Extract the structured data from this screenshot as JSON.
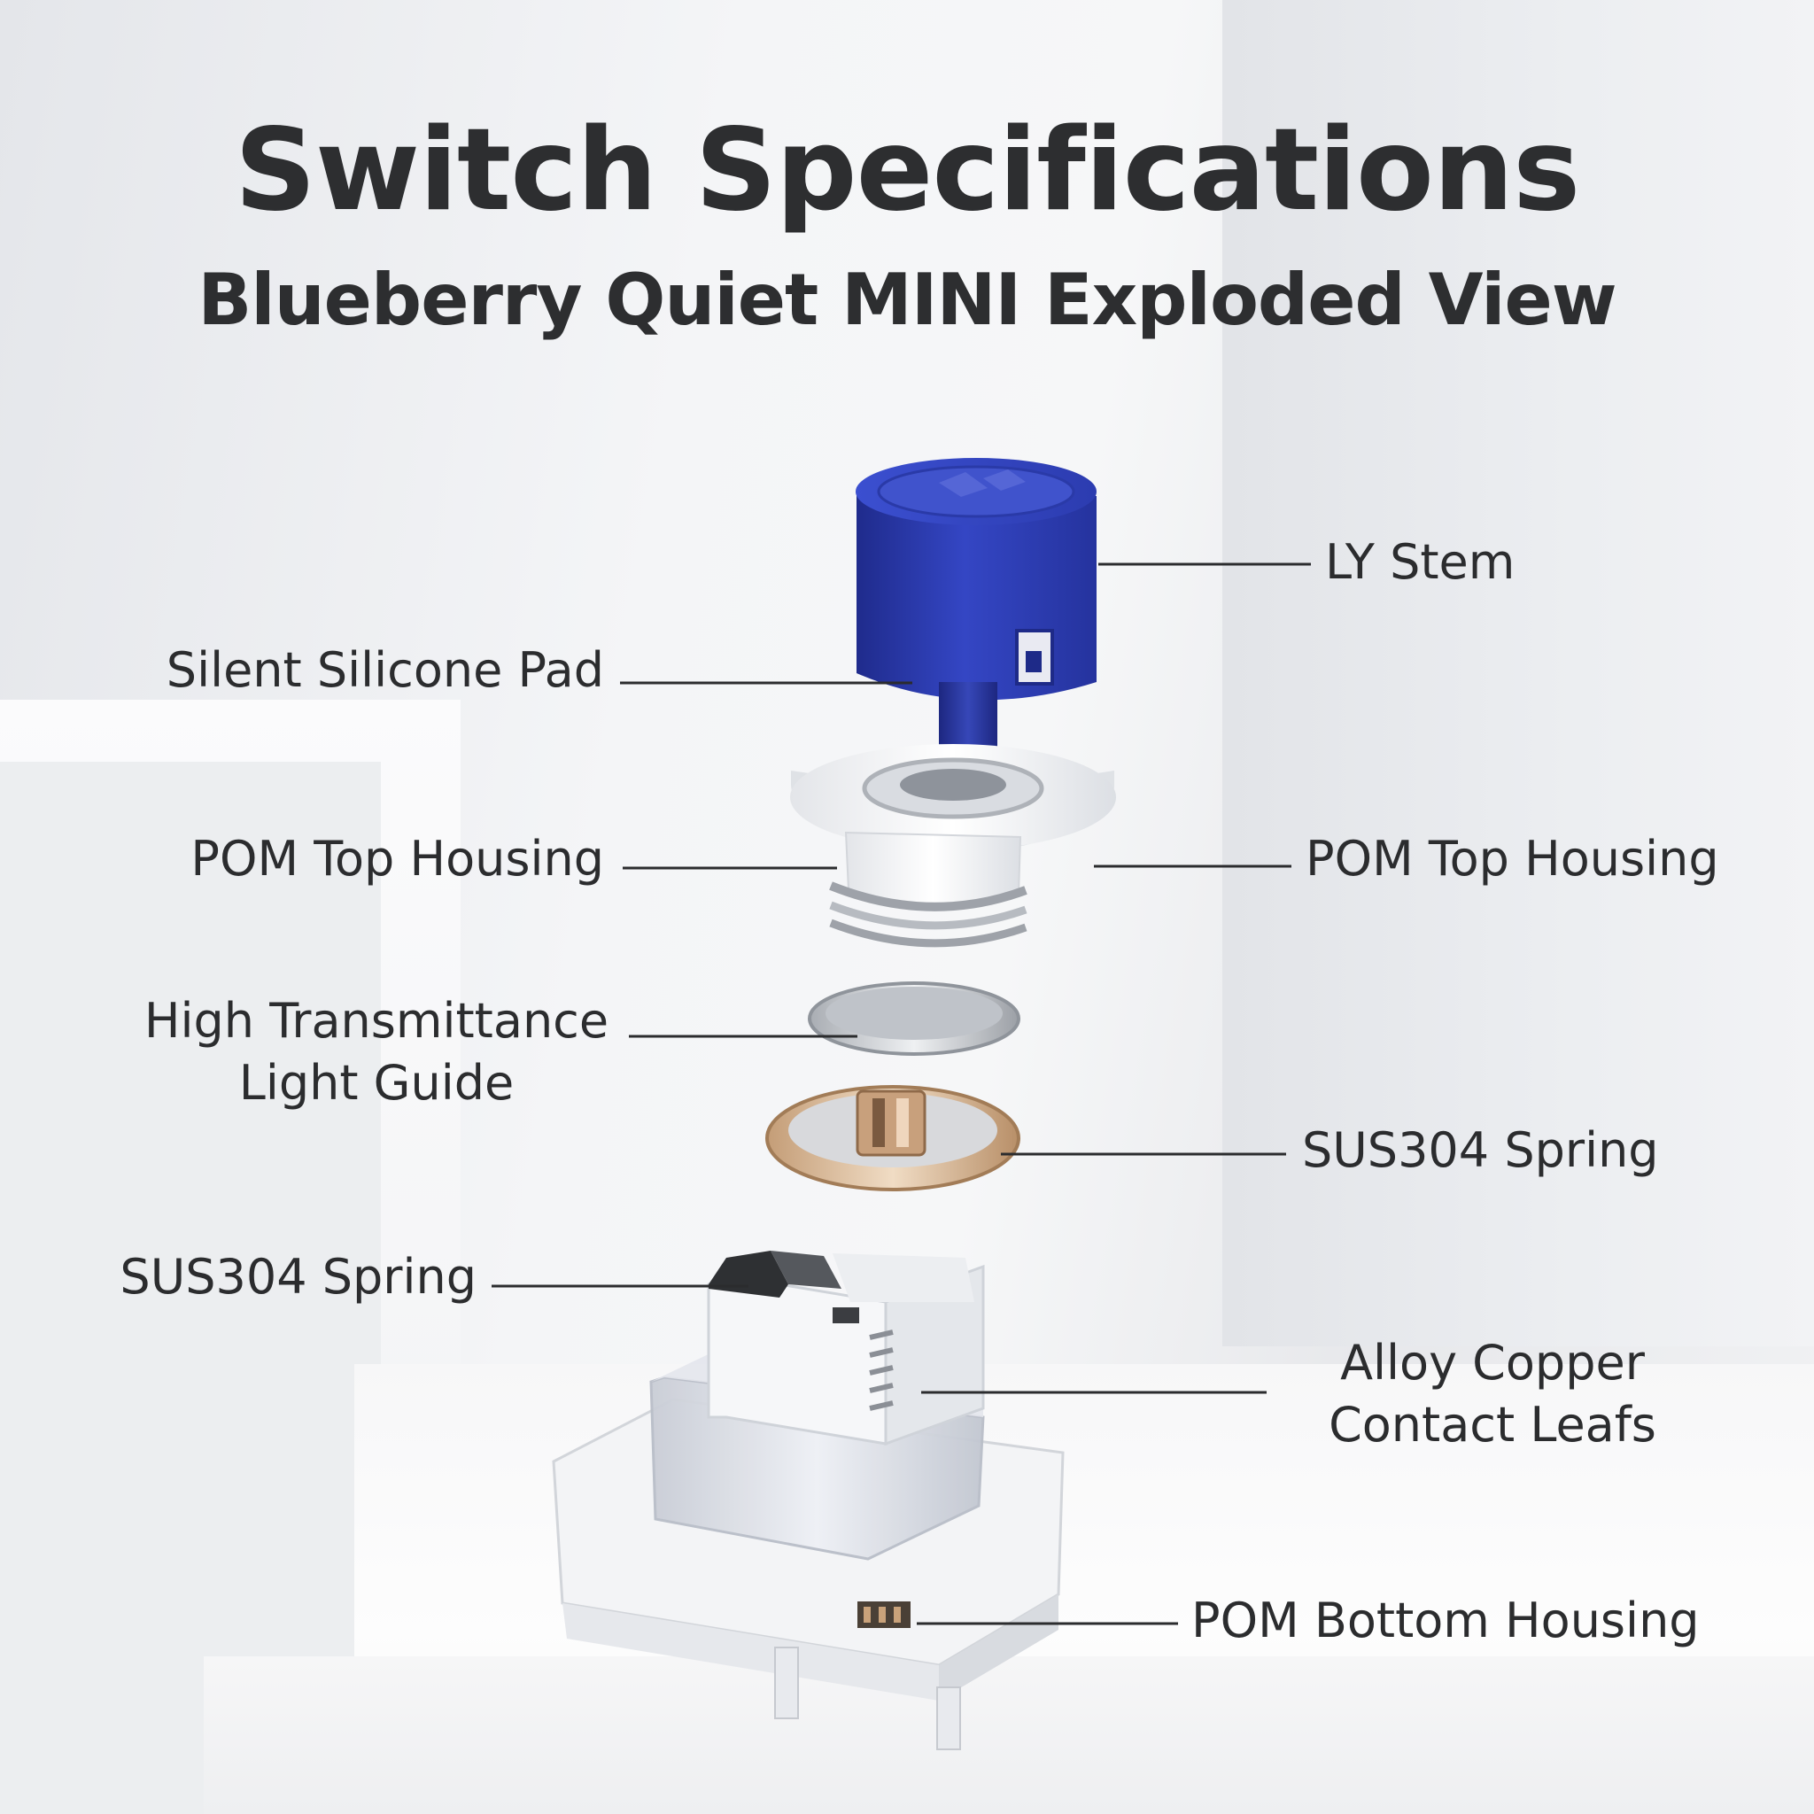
{
  "header": {
    "title": "Switch Specifications",
    "subtitle": "Blueberry Quiet MINI Exploded View"
  },
  "callouts": [
    {
      "id": "ly-stem",
      "text": "LY Stem"
    },
    {
      "id": "silent-silicone-pad",
      "text": "Silent Silicone Pad"
    },
    {
      "id": "pom-top-housing-left",
      "text": "POM Top Housing"
    },
    {
      "id": "pom-top-housing-right",
      "text": "POM Top Housing"
    },
    {
      "id": "light-guide",
      "lines": [
        "High Transmittance",
        "Light Guide"
      ]
    },
    {
      "id": "sus304-spring-right",
      "text": "SUS304 Spring"
    },
    {
      "id": "sus304-spring-left",
      "text": "SUS304 Spring"
    },
    {
      "id": "contact-leafs",
      "lines": [
        "Alloy Copper",
        "Contact Leafs"
      ]
    },
    {
      "id": "pom-bottom-housing",
      "text": "POM Bottom Housing"
    }
  ],
  "colors": {
    "stem_blue": "#2f3fb0",
    "text": "#2b2c2e",
    "leader_line": "#2b2c2e",
    "housing_white": "#f4f5f7",
    "gold": "#c9a27a"
  }
}
